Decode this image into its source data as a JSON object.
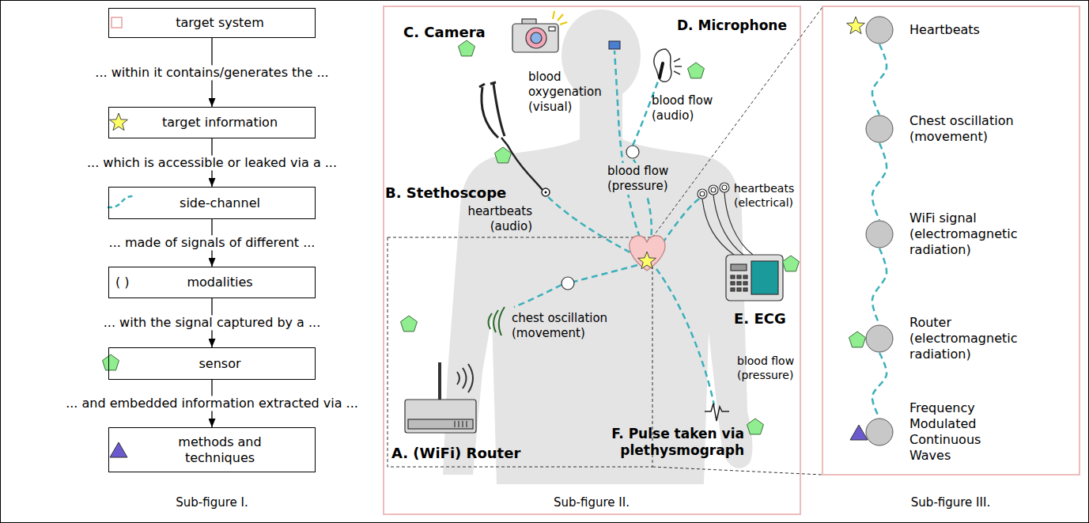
{
  "diagram": {
    "nodes": [
      {
        "text": [
          "target system"
        ]
      },
      {
        "text": [
          "target information"
        ]
      },
      {
        "text": [
          "side-channel"
        ]
      },
      {
        "text": [
          "( )",
          "modalities"
        ]
      },
      {
        "text": [
          "sensor"
        ]
      },
      {
        "text": [
          "methods and techniques"
        ]
      },
      {
        "text": [
          "Heartbeats"
        ]
      },
      {
        "text": [
          "Chest oscillation (movement)"
        ]
      },
      {
        "text": [
          "WiFi signal (electromagnetic radiation)"
        ]
      },
      {
        "text": [
          "Router (electromagnetic radiation)"
        ]
      },
      {
        "text": [
          "Frequency Modulated Continuous Waves"
        ]
      }
    ],
    "edges": [
      {
        "from": 0,
        "to": 1,
        "arrow": "to",
        "label": "... within it contains/generates the ..."
      },
      {
        "from": 1,
        "to": 2,
        "arrow": "to",
        "label": "... which is accessible or leaked via a ..."
      },
      {
        "from": 2,
        "to": 3,
        "arrow": "to",
        "label": "... made of signals of different ..."
      },
      {
        "from": 3,
        "to": 4,
        "arrow": "to",
        "label": "... with the signal captured by a ..."
      },
      {
        "from": 4,
        "to": 5,
        "arrow": "to",
        "label": "... and embedded information extracted via ..."
      },
      {
        "from": 6,
        "to": 7,
        "arrow": "none"
      },
      {
        "from": 7,
        "to": 8,
        "arrow": "none"
      },
      {
        "from": 8,
        "to": 9,
        "arrow": "none"
      },
      {
        "from": 9,
        "to": 10,
        "arrow": "none"
      }
    ],
    "labels": [
      "C. Camera",
      "blood oxygenation (visual)",
      "D. Microphone",
      "blood flow (audio)",
      "blood flow (pressure)",
      "B. Stethoscope",
      "heartbeats (audio)",
      "heartbeats (electrical)",
      "chest oscillation (movement)",
      "E. ECG",
      "blood flow (pressure)",
      "A. (WiFi) Router",
      "F. Pulse taken via plethysmograph",
      "Sub-figure I.",
      "Sub-figure II.",
      "Sub-figure III."
    ]
  }
}
